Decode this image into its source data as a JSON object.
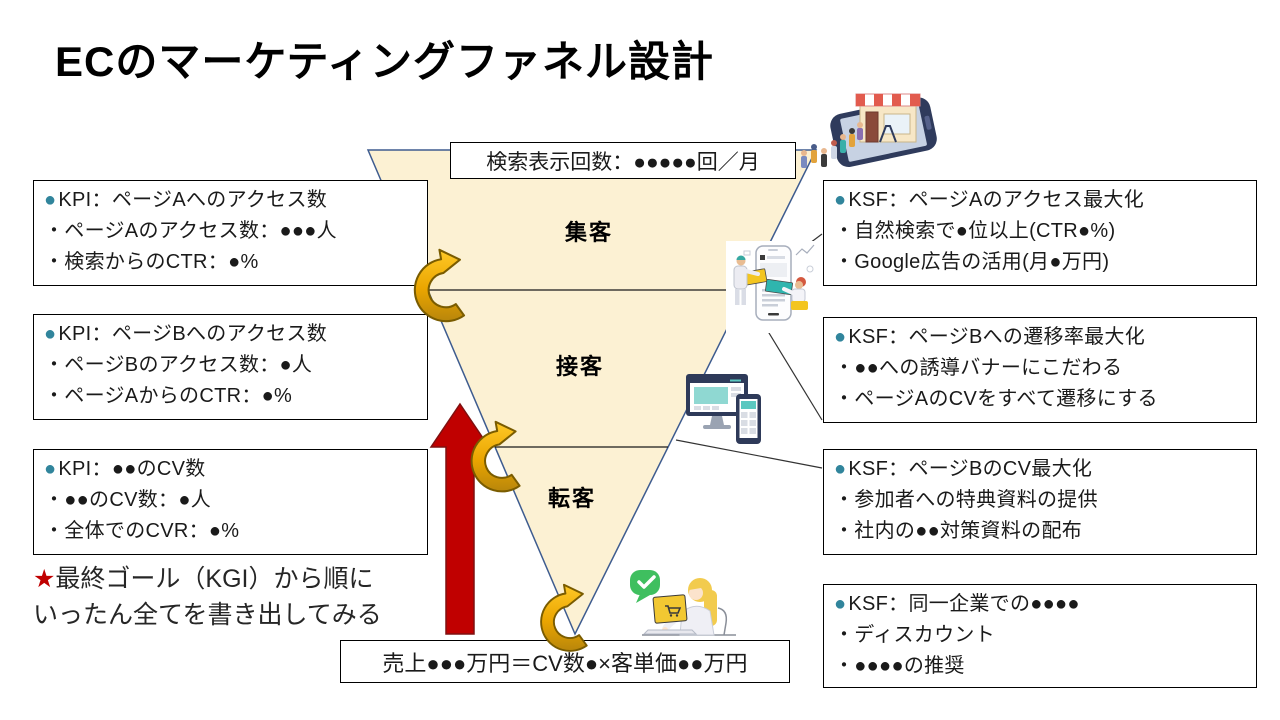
{
  "title": "ECのマーケティングファネル設計",
  "ui": {
    "bullet": "●"
  },
  "funnel": {
    "top_metric": "検索表示回数：●●●●●回／月",
    "bottom_formula": "売上●●●万円＝CV数●×客単価●●万円",
    "stages": [
      {
        "label": "集客"
      },
      {
        "label": "接客"
      },
      {
        "label": "転客"
      }
    ]
  },
  "kpi_boxes": [
    {
      "title": "KPI：ページAへのアクセス数",
      "items": [
        "・ページAのアクセス数：●●●人",
        "・検索からのCTR：●%"
      ]
    },
    {
      "title": "KPI：ページBへのアクセス数",
      "items": [
        "・ページBのアクセス数：●人",
        "・ページAからのCTR：●%"
      ]
    },
    {
      "title": "KPI：●●のCV数",
      "items": [
        "・●●のCV数：●人",
        "・全体でのCVR：●%"
      ]
    }
  ],
  "ksf_boxes": [
    {
      "title": "KSF：ページAのアクセス最大化",
      "items": [
        "・自然検索で●位以上(CTR●%)",
        "・Google広告の活用(月●万円)"
      ]
    },
    {
      "title": "KSF：ページBへの遷移率最大化",
      "items": [
        "・●●への誘導バナーにこだわる",
        "・ページAのCVをすべて遷移にする"
      ]
    },
    {
      "title": "KSF：ページBのCV最大化",
      "items": [
        "・参加者への特典資料の提供",
        "・社内の●●対策資料の配布"
      ]
    },
    {
      "title": "KSF：同一企業での●●●●",
      "items": [
        "・ディスカウント",
        "・●●●●の推奨"
      ]
    }
  ],
  "note": {
    "star": "★",
    "line1": "最終ゴール（KGI）から順に",
    "line2": "いったん全てを書き出してみる"
  },
  "colors": {
    "funnel_fill": "#FCF1D3",
    "funnel_border": "#3E5C8F",
    "accent_teal_bullet": "#31859C",
    "arrow_red": "#C00000",
    "arrow_gold": "#EAA500",
    "star_red": "#C00000"
  },
  "illustrations": [
    "storefront-on-phone",
    "people-building-phone-ui",
    "monitor-and-phone",
    "woman-shopping-on-laptop"
  ]
}
